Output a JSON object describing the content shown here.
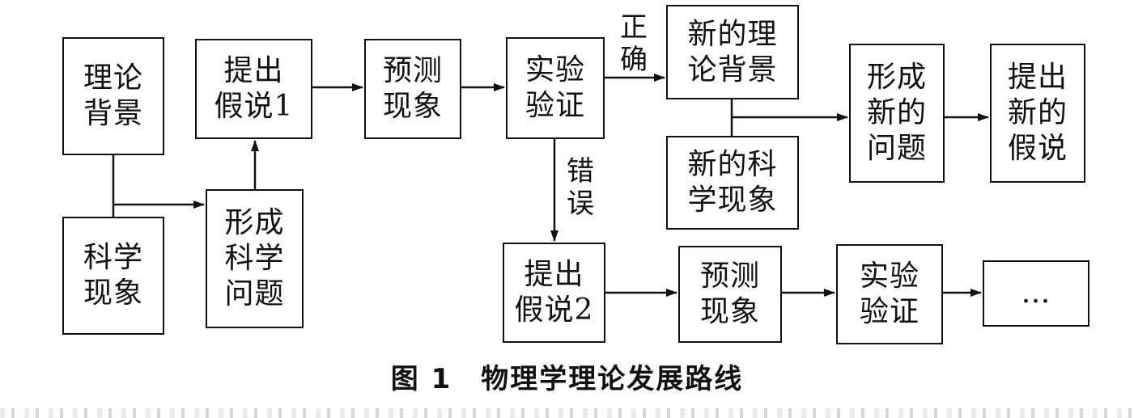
{
  "diagram": {
    "nodes": {
      "theory_background": "理论\n背景",
      "scientific_phenomenon": "科学\n现象",
      "propose_hypothesis_1": "提出\n假说1",
      "form_scientific_question": "形成\n科学\n问题",
      "predict_phenomenon_1": "预测\n现象",
      "experiment_verify_1": "实验\n验证",
      "new_theory_background": "新的理\n论背景",
      "new_scientific_phenomenon": "新的科\n学现象",
      "form_new_question": "形成\n新的\n问题",
      "propose_new_hypothesis": "提出\n新的\n假说",
      "propose_hypothesis_2": "提出\n假说2",
      "predict_phenomenon_2": "预测\n现象",
      "experiment_verify_2": "实验\n验证",
      "ellipsis": "…"
    },
    "edge_labels": {
      "correct": "正\n确",
      "wrong": "错\n误"
    }
  },
  "caption": "图 1　物理学理论发展路线"
}
